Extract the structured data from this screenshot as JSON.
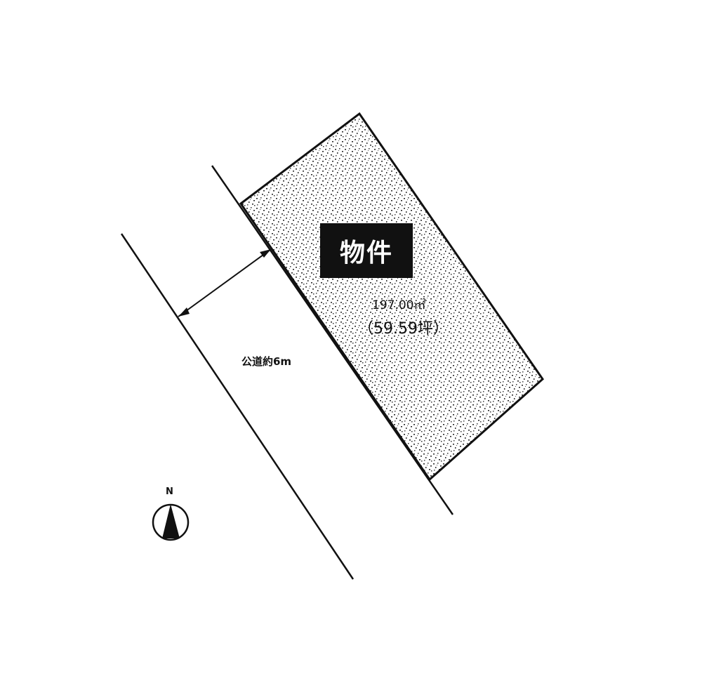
{
  "parcel": {
    "label": "物件",
    "area_sqm": "197.00㎡",
    "area_tsubo": "（59.59坪）",
    "fill_pattern": "stipple",
    "outline_color": "#111111",
    "label_box_color": "#111111"
  },
  "road": {
    "label": "公道約6m",
    "width_m": 6,
    "type": "公道"
  },
  "compass": {
    "label": "N",
    "icon": "north-arrow-icon"
  }
}
